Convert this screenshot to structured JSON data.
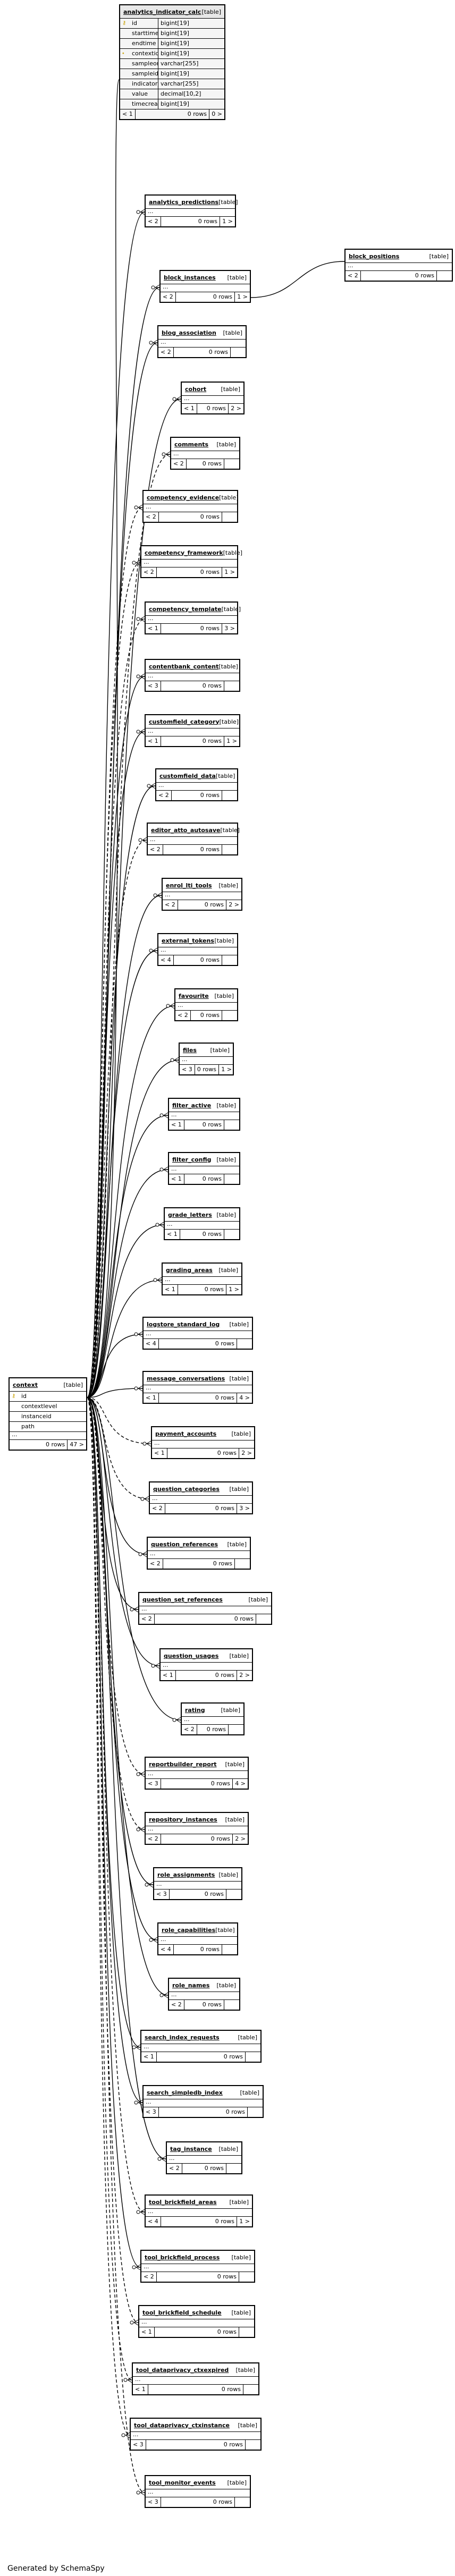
{
  "footer": "Generated by SchemaSpy",
  "main_table": {
    "name": "analytics_indicator_calc",
    "kind": "[table]",
    "columns": [
      {
        "name": "id",
        "type": "bigint[19]",
        "key": "pk"
      },
      {
        "name": "starttime",
        "type": "bigint[19]",
        "key": ""
      },
      {
        "name": "endtime",
        "type": "bigint[19]",
        "key": ""
      },
      {
        "name": "contextid",
        "type": "bigint[19]",
        "key": "fk"
      },
      {
        "name": "sampleorigin",
        "type": "varchar[255]",
        "key": ""
      },
      {
        "name": "sampleid",
        "type": "bigint[19]",
        "key": ""
      },
      {
        "name": "indicator",
        "type": "varchar[255]",
        "key": ""
      },
      {
        "name": "value",
        "type": "decimal[10,2]",
        "key": ""
      },
      {
        "name": "timecreated",
        "type": "bigint[19]",
        "key": ""
      }
    ],
    "footer": {
      "left": "< 1",
      "mid": "0 rows",
      "right": "0 >"
    }
  },
  "context_table": {
    "name": "context",
    "kind": "[table]",
    "columns": [
      {
        "name": "id",
        "key": "pk"
      },
      {
        "name": "contextlevel",
        "key": ""
      },
      {
        "name": "instanceid",
        "key": ""
      },
      {
        "name": "path",
        "key": ""
      }
    ],
    "footer": {
      "left": "",
      "mid": "0 rows",
      "right": "47 >"
    }
  },
  "block_positions": {
    "name": "block_positions",
    "kind": "[table]",
    "footer": {
      "left": "< 2",
      "mid": "0 rows",
      "right": ""
    }
  },
  "tables": [
    {
      "name": "analytics_predictions",
      "kind": "[table]",
      "left": "< 2",
      "mid": "0 rows",
      "right": "1 >"
    },
    {
      "name": "block_instances",
      "kind": "[table]",
      "left": "< 2",
      "mid": "0 rows",
      "right": "1 >"
    },
    {
      "name": "blog_association",
      "kind": "[table]",
      "left": "< 2",
      "mid": "0 rows",
      "right": ""
    },
    {
      "name": "cohort",
      "kind": "[table]",
      "left": "< 1",
      "mid": "0 rows",
      "right": "2 >"
    },
    {
      "name": "comments",
      "kind": "[table]",
      "left": "< 2",
      "mid": "0 rows",
      "right": ""
    },
    {
      "name": "competency_evidence",
      "kind": "[table]",
      "left": "< 2",
      "mid": "0 rows",
      "right": ""
    },
    {
      "name": "competency_framework",
      "kind": "[table]",
      "left": "< 2",
      "mid": "0 rows",
      "right": "1 >"
    },
    {
      "name": "competency_template",
      "kind": "[table]",
      "left": "< 1",
      "mid": "0 rows",
      "right": "3 >"
    },
    {
      "name": "contentbank_content",
      "kind": "[table]",
      "left": "< 3",
      "mid": "0 rows",
      "right": ""
    },
    {
      "name": "customfield_category",
      "kind": "[table]",
      "left": "< 1",
      "mid": "0 rows",
      "right": "1 >"
    },
    {
      "name": "customfield_data",
      "kind": "[table]",
      "left": "< 2",
      "mid": "0 rows",
      "right": ""
    },
    {
      "name": "editor_atto_autosave",
      "kind": "[table]",
      "left": "< 2",
      "mid": "0 rows",
      "right": ""
    },
    {
      "name": "enrol_lti_tools",
      "kind": "[table]",
      "left": "< 2",
      "mid": "0 rows",
      "right": "2 >"
    },
    {
      "name": "external_tokens",
      "kind": "[table]",
      "left": "< 4",
      "mid": "0 rows",
      "right": ""
    },
    {
      "name": "favourite",
      "kind": "[table]",
      "left": "< 2",
      "mid": "0 rows",
      "right": ""
    },
    {
      "name": "files",
      "kind": "[table]",
      "left": "< 3",
      "mid": "0 rows",
      "right": "1 >"
    },
    {
      "name": "filter_active",
      "kind": "[table]",
      "left": "< 1",
      "mid": "0 rows",
      "right": ""
    },
    {
      "name": "filter_config",
      "kind": "[table]",
      "left": "< 1",
      "mid": "0 rows",
      "right": ""
    },
    {
      "name": "grade_letters",
      "kind": "[table]",
      "left": "< 1",
      "mid": "0 rows",
      "right": ""
    },
    {
      "name": "grading_areas",
      "kind": "[table]",
      "left": "< 1",
      "mid": "0 rows",
      "right": "1 >"
    },
    {
      "name": "logstore_standard_log",
      "kind": "[table]",
      "left": "< 4",
      "mid": "0 rows",
      "right": ""
    },
    {
      "name": "message_conversations",
      "kind": "[table]",
      "left": "< 1",
      "mid": "0 rows",
      "right": "4 >"
    },
    {
      "name": "payment_accounts",
      "kind": "[table]",
      "left": "< 1",
      "mid": "0 rows",
      "right": "2 >"
    },
    {
      "name": "question_categories",
      "kind": "[table]",
      "left": "< 2",
      "mid": "0 rows",
      "right": "3 >"
    },
    {
      "name": "question_references",
      "kind": "[table]",
      "left": "< 2",
      "mid": "0 rows",
      "right": ""
    },
    {
      "name": "question_set_references",
      "kind": "[table]",
      "left": "< 2",
      "mid": "0 rows",
      "right": ""
    },
    {
      "name": "question_usages",
      "kind": "[table]",
      "left": "< 1",
      "mid": "0 rows",
      "right": "2 >"
    },
    {
      "name": "rating",
      "kind": "[table]",
      "left": "< 2",
      "mid": "0 rows",
      "right": ""
    },
    {
      "name": "reportbuilder_report",
      "kind": "[table]",
      "left": "< 3",
      "mid": "0 rows",
      "right": "4 >"
    },
    {
      "name": "repository_instances",
      "kind": "[table]",
      "left": "< 2",
      "mid": "0 rows",
      "right": "2 >"
    },
    {
      "name": "role_assignments",
      "kind": "[table]",
      "left": "< 3",
      "mid": "0 rows",
      "right": ""
    },
    {
      "name": "role_capabilities",
      "kind": "[table]",
      "left": "< 4",
      "mid": "0 rows",
      "right": ""
    },
    {
      "name": "role_names",
      "kind": "[table]",
      "left": "< 2",
      "mid": "0 rows",
      "right": ""
    },
    {
      "name": "search_index_requests",
      "kind": "[table]",
      "left": "< 1",
      "mid": "0 rows",
      "right": ""
    },
    {
      "name": "search_simpledb_index",
      "kind": "[table]",
      "left": "< 3",
      "mid": "0 rows",
      "right": ""
    },
    {
      "name": "tag_instance",
      "kind": "[table]",
      "left": "< 2",
      "mid": "0 rows",
      "right": ""
    },
    {
      "name": "tool_brickfield_areas",
      "kind": "[table]",
      "left": "< 4",
      "mid": "0 rows",
      "right": "1 >"
    },
    {
      "name": "tool_brickfield_process",
      "kind": "[table]",
      "left": "< 2",
      "mid": "0 rows",
      "right": ""
    },
    {
      "name": "tool_brickfield_schedule",
      "kind": "[table]",
      "left": "< 1",
      "mid": "0 rows",
      "right": ""
    },
    {
      "name": "tool_dataprivacy_ctxexpired",
      "kind": "[table]",
      "left": "< 1",
      "mid": "0 rows",
      "right": ""
    },
    {
      "name": "tool_dataprivacy_ctxinstance",
      "kind": "[table]",
      "left": "< 3",
      "mid": "0 rows",
      "right": ""
    },
    {
      "name": "tool_monitor_events",
      "kind": "[table]",
      "left": "< 3",
      "mid": "0 rows",
      "right": ""
    }
  ]
}
